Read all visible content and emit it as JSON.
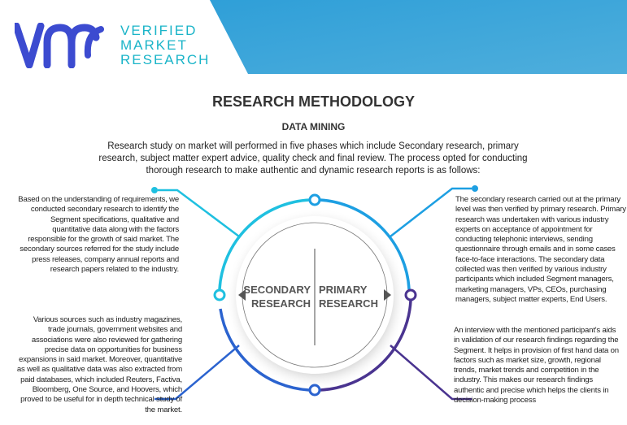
{
  "logo": {
    "line1": "VERIFIED",
    "line2": "MARKET",
    "line3": "RESEARCH",
    "mark": "vmr"
  },
  "title": "RESEARCH METHODOLOGY",
  "subtitle": "DATA MINING",
  "intro": "Research study on market will performed in five phases which include Secondary research, primary research, subject matter expert advice, quality check and final review. The process opted for conducting thorough research to make authentic and dynamic research reports is as follows:",
  "center": {
    "left": "SECONDARY RESEARCH",
    "right": "PRIMARY RESEARCH"
  },
  "paragraphs": {
    "top_left": "Based on the understanding of requirements, we conducted secondary research to identify the Segment specifications, qualitative and quantitative data along with the factors responsible for the growth of said market. The secondary sources referred for the study include press releases, company annual reports and research papers related to the industry.",
    "top_right": "The secondary research carried out at the primary level was then verified by primary research. Primary research was undertaken with various industry experts on acceptance of appointment for conducting telephonic interviews, sending questionnaire through emails and in some cases face-to-face interactions. The secondary data collected was then verified by various industry participants which included Segment managers, marketing managers, VPs, CEOs, purchasing managers, subject matter experts, End Users.",
    "bottom_left": "Various sources such as industry magazines, trade journals, government websites and associations were also reviewed for gathering precise data on opportunities for business expansions in said market. Moreover, quantitative as well as qualitative data was also extracted from paid databases, which included Reuters, Factiva, Bloomberg, One Source, and Hoovers, which proved to be useful for in depth technical study of the market.",
    "bottom_right": "An interview with the mentioned participant's aids in validation of our research findings regarding the Segment. It helps in provision of first hand data on factors such as market size, growth, regional trends, market trends and competition in the industry. This makes our research findings authentic and precise which helps the clients in decision-making process"
  },
  "colors": {
    "cyan": "#1fc0e0",
    "blue": "#1d9fe2",
    "darkblue": "#2b63cf",
    "purple": "#4a3490",
    "banner": "#3aa4da",
    "logo": "#3c4bd0"
  }
}
